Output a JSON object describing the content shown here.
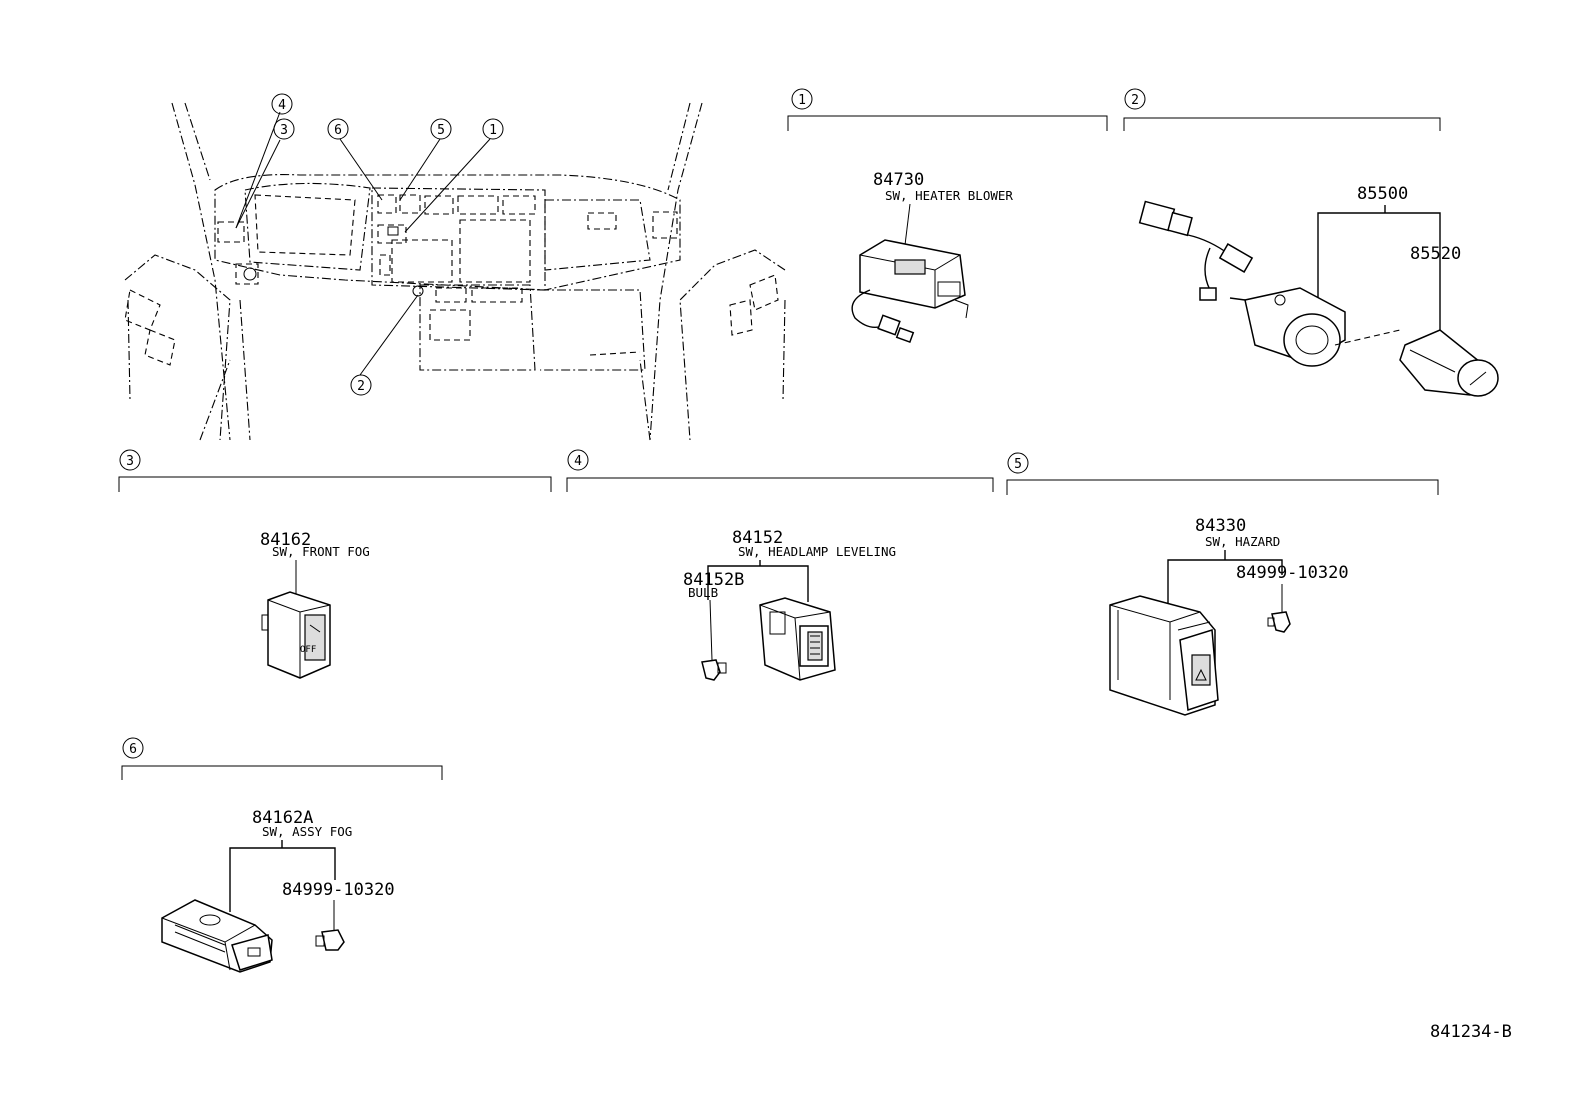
{
  "diagram_id": "841234-B",
  "callouts": {
    "c1": "1",
    "c2": "2",
    "c3": "3",
    "c4": "4",
    "c5": "5",
    "c6": "6"
  },
  "overview": {
    "labels": {
      "a1": "1",
      "a2": "2",
      "a3": "3",
      "a4": "4",
      "a5": "5",
      "a6": "6"
    }
  },
  "groups": {
    "g1": {
      "part_no": "84730",
      "name": "SW, HEATER BLOWER"
    },
    "g2": {
      "part_no_a": "85500",
      "part_no_b": "85520"
    },
    "g3": {
      "part_no": "84162",
      "name": "SW, FRONT FOG",
      "knob_label": "OFF"
    },
    "g4": {
      "part_no": "84152",
      "name": "SW, HEADLAMP LEVELING",
      "bulb_no": "84152B",
      "bulb_name": "BULB"
    },
    "g5": {
      "part_no": "84330",
      "name": "SW, HAZARD",
      "bulb_no": "84999-10320"
    },
    "g6": {
      "part_no": "84162A",
      "name": "SW, ASSY FOG",
      "bulb_no": "84999-10320"
    }
  }
}
